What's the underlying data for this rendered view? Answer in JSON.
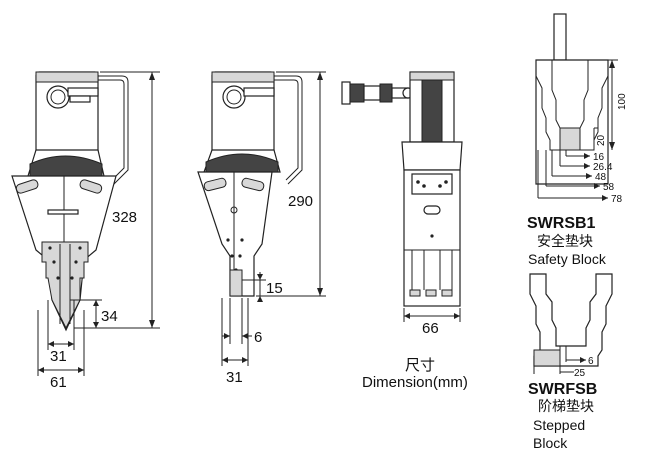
{
  "dims": {
    "d328": "328",
    "d34": "34",
    "d31a": "31",
    "d61": "61",
    "d290": "290",
    "d15": "15",
    "d6a": "6",
    "d31b": "31",
    "d66": "66",
    "d100": "100",
    "d20": "20",
    "d16": "16",
    "d26_4": "26.4",
    "d48": "48",
    "d58": "58",
    "d78": "78",
    "d6b": "6",
    "d25": "25"
  },
  "labels": {
    "dimension_cn": "尺寸",
    "dimension_en": "Dimension(mm)",
    "swrsb1_code": "SWRSB1",
    "swrsb1_cn": "安全垫块",
    "swrsb1_en": "Safety Block",
    "swrfsb_code": "SWRFSB",
    "swrfsb_cn": "阶梯垫块",
    "swrfsb_en1": "Stepped",
    "swrfsb_en2": "Block"
  },
  "colors": {
    "line": "#222222",
    "fill_dark": "#444444",
    "fill_gray": "#d8d8d8"
  }
}
